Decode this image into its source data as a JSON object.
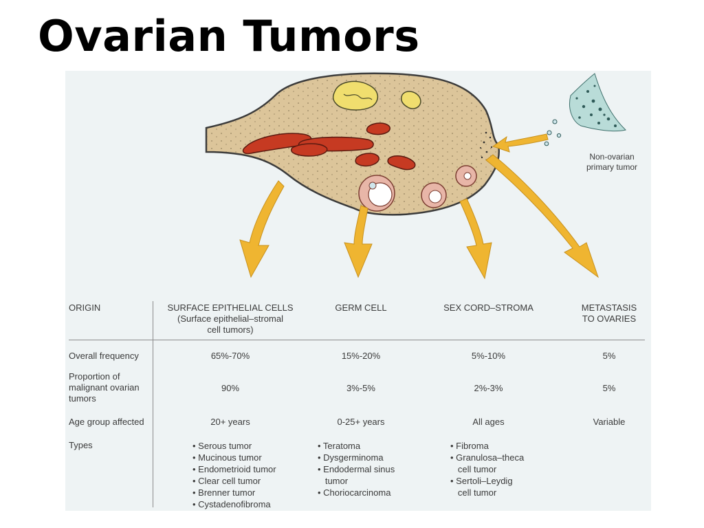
{
  "slide": {
    "title": "Ovarian Tumors"
  },
  "figure": {
    "caption": {
      "line1": "Non-ovarian",
      "line2": "primary tumor"
    },
    "table": {
      "origin_header": "ORIGIN",
      "columns": [
        {
          "line1": "SURFACE EPITHELIAL CELLS",
          "line2": "(Surface epithelial–stromal",
          "line3": "cell tumors)"
        },
        {
          "line1": "GERM CELL",
          "line2": "",
          "line3": ""
        },
        {
          "line1": "SEX CORD–STROMA",
          "line2": "",
          "line3": ""
        },
        {
          "line1": "METASTASIS",
          "line2": "TO OVARIES",
          "line3": ""
        }
      ],
      "rows": {
        "frequency": {
          "label": "Overall frequency",
          "values": [
            "65%-70%",
            "15%-20%",
            "5%-10%",
            "5%"
          ]
        },
        "malignant": {
          "label_line1": "Proportion of",
          "label_line2": "malignant ovarian",
          "label_line3": "tumors",
          "values": [
            "90%",
            "3%-5%",
            "2%-3%",
            "5%"
          ]
        },
        "age": {
          "label": "Age group affected",
          "values": [
            "20+ years",
            "0-25+ years",
            "All ages",
            "Variable"
          ]
        },
        "types": {
          "label": "Types",
          "surface": [
            "• Serous tumor",
            "• Mucinous tumor",
            "• Endometrioid tumor",
            "• Clear cell tumor",
            "• Brenner tumor",
            "• Cystadenofibroma"
          ],
          "germ": [
            "• Teratoma",
            "• Dysgerminoma",
            "• Endodermal sinus",
            "   tumor",
            "• Choriocarcinoma"
          ],
          "sexcord": [
            "• Fibroma",
            "• Granulosa–theca",
            "   cell tumor",
            "• Sertoli–Leydig",
            "   cell tumor"
          ]
        }
      }
    },
    "colors": {
      "ovary_fill": "#dcc59a",
      "ovary_outline": "#3b3b3b",
      "vessel": "#c63a22",
      "arrow": "#efb531",
      "tumor": "#4c9a9a"
    }
  }
}
